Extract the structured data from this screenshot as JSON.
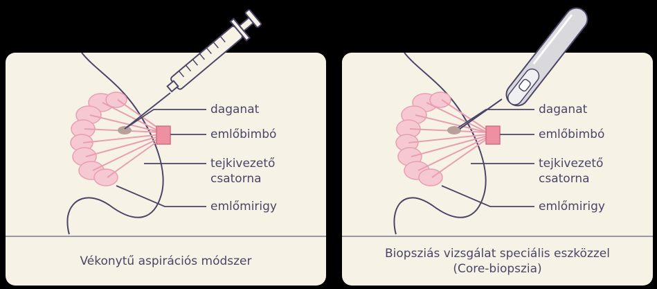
{
  "left_panel": {
    "labels": [
      "daganat",
      "emlőbimbó",
      "tejkivezető",
      "csatorna",
      "emlőmirigy"
    ],
    "caption": "Vékonytű aspirációs módszer"
  },
  "right_panel": {
    "labels": [
      "daganat",
      "emlőbimbó",
      "tejkivezető",
      "csatorna",
      "emlőmirigy"
    ],
    "caption_line1": "Biopsziás vizsgálat speciális eszközzel",
    "caption_line2": "(Core-biopszia)"
  },
  "colors": {
    "background": "#000000",
    "panel": "#f7f2e6",
    "outline": "#4a4566",
    "gland_fill": "#f6c9d2",
    "gland_stroke": "#e79fb0",
    "nipple": "#ee8fa2",
    "tumor": "#b9a09a"
  }
}
